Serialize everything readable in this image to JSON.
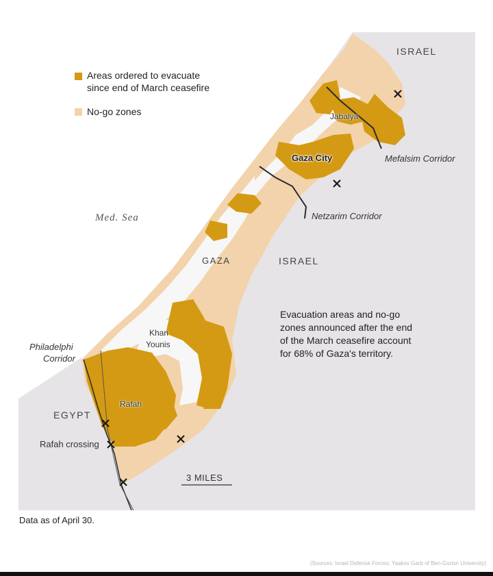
{
  "legend": {
    "evacuate_line1": "Areas ordered to evacuate",
    "evacuate_line2": "since end of March ceasefire",
    "nogo": "No-go zones"
  },
  "labels": {
    "israel_top": "ISRAEL",
    "israel_mid": "ISRAEL",
    "egypt": "EGYPT",
    "gaza": "GAZA",
    "sea": "Med. Sea",
    "jabalya": "Jabalya",
    "gaza_city": "Gaza City",
    "khan_younis_1": "Khan",
    "khan_younis_2": "Younis",
    "rafah": "Rafah",
    "mefalsim": "Mefalsim Corridor",
    "netzarim": "Netzarim Corridor",
    "philadelphi_1": "Philadelphi",
    "philadelphi_2": "Corridor",
    "rafah_crossing": "Rafah crossing"
  },
  "note": {
    "line1": "Evacuation areas and no-go",
    "line2": "zones announced after the end",
    "line3": "of the March ceasefire account",
    "line4": "for 68% of Gaza's territory."
  },
  "scale": "3 MILES",
  "date_note": "Data as of April 30.",
  "sources": "(Sources: Israel Defense Forces; Yaakov Garb of Ben-Gurion University)",
  "colors": {
    "evacuate": "#d49a13",
    "nogo": "#f2d3ab",
    "land": "#e6e4e6",
    "urban": "#fafafa"
  }
}
